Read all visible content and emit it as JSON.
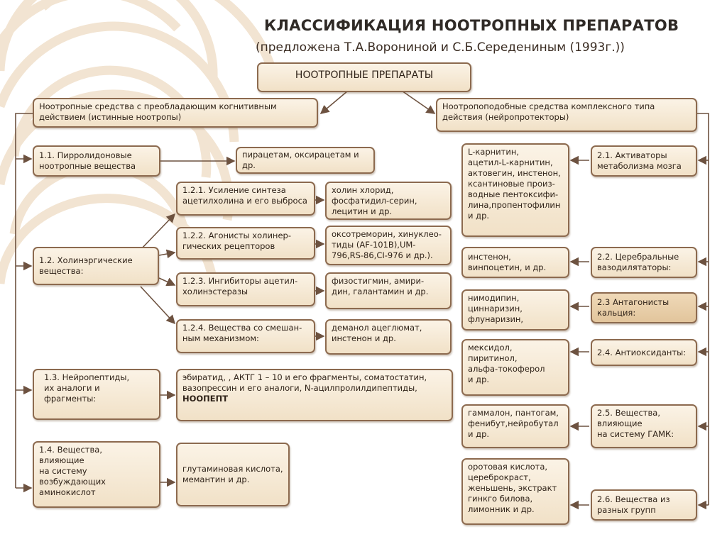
{
  "title": "КЛАССИФИКАЦИЯ НООТРОПНЫХ ПРЕПАРАТОВ",
  "subtitle": "(предложена Т.А.Ворониной и С.Б.Середениным (1993г.))",
  "root": "НООТРОПНЫЕ ПРЕПАРАТЫ",
  "left_branch": {
    "header": "Ноотропные средства с преобладающим когнитивным\nдействием (истинные ноотропы)",
    "g1_1": {
      "label": "1.1. Пирролидоновые\nноотропные вещества",
      "examples": "пирацетам, оксирацетам и др."
    },
    "g1_2": {
      "label": "1.2. Холинэргические\nвещества:",
      "subgroups": [
        {
          "label": "1.2.1. Усиление синтеза\nацетилхолина и его выброса",
          "examples": "холин хлорид,\nфосфатидил-серин,\nлецитин и др."
        },
        {
          "label": "1.2.2. Агонисты холинер-\nгических рецепторов",
          "examples": "оксотреморин, хинуклео-\nтиды (AF-101B),UM-\n796,RS-86,CI-976 и др.)."
        },
        {
          "label": "1.2.3. Ингибиторы ацетил-\nхолинэстеразы",
          "examples": "физостигмин, амири-\nдин, галантамин и др."
        },
        {
          "label": "1.2.4. Вещества со смешан-\nным механизмом:",
          "examples": "деманол ацеглюмат,\nинстенон и др."
        }
      ]
    },
    "g1_3": {
      "label": "1.3. Нейропептиды,\nих аналоги и\nфрагменты:",
      "examples": "эбиратид, , АКТГ 1 – 10 и его фрагменты, соматостатин,\nвазопрессин и его аналоги, N-ацилпролилдипептиды,",
      "highlight": "НООПЕПТ"
    },
    "g1_4": {
      "label": "1.4. Вещества,\nвлияющие\nна систему\nвозбуждающих\nаминокислот",
      "examples": "глутаминовая кислота,\nмемантин и др."
    }
  },
  "right_branch": {
    "header": "Ноотропоподобные средства комплексного типа\nдействия (нейропротекторы)",
    "groups": [
      {
        "label": "2.1. Активаторы\nметаболизма мозга",
        "examples": "L-карнитин,\nацетил-L-карнитин,\nактовегин, инстенон,\nксантиновые произ-\nводные пентоксифи-\nлина,пропентофилин\nи др."
      },
      {
        "label": "2.2.  Церебральные\nвазодилятаторы:",
        "examples": "инстенон,\nвинпоцетин, и др."
      },
      {
        "label": "2.3 Антагонисты\nкальция:",
        "examples": "нимодипин,\nциннаризин,\nфлунаризин,"
      },
      {
        "label": "2.4. Антиоксиданты:",
        "examples": "мексидол,\nпиритинол,\nальфа-токоферол\nи др."
      },
      {
        "label": "2.5. Вещества,\nвлияющие\nна систему ГАМК:",
        "examples": "гаммалон, пантогам,\nфенибут,нейробутал\nи др."
      },
      {
        "label": "2.6. Вещества из\nразных групп",
        "examples": "оротовая кислота,\nцереброкраст,\nженьшень, экстракт\nгинкго билова,\nлимонник и др."
      }
    ]
  },
  "colors": {
    "box_fill": "#f6ead6",
    "box_fill_dark": "#e8cfa8",
    "border": "#8c6a4f",
    "arrow": "#6d5240",
    "decor": "#f3e6d6"
  }
}
